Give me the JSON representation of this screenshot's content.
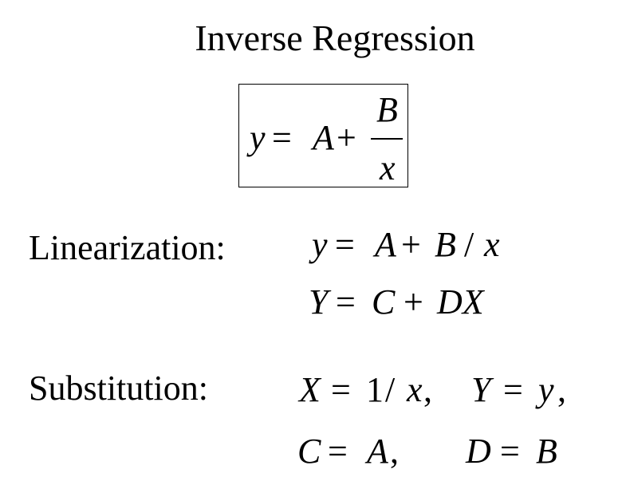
{
  "title": "Inverse Regression",
  "boxed_equation": {
    "lhs": "y",
    "equals": "=",
    "a": "A",
    "plus": "+",
    "numerator": "B",
    "denominator": "x"
  },
  "linearization": {
    "label": "Linearization:",
    "eq1": {
      "y": "y",
      "eq": "=",
      "a": "A",
      "plus": "+",
      "b": "B",
      "slash": "/",
      "x": "x"
    },
    "eq2": {
      "Y": "Y",
      "eq": "=",
      "C": "C",
      "plus": "+",
      "DX": "DX"
    }
  },
  "substitution": {
    "label": "Substitution:",
    "line1": {
      "X": "X",
      "eq1": "=",
      "one": "1",
      "slash": "/",
      "x": "x",
      "comma1": ",",
      "Y": "Y",
      "eq2": "=",
      "y": "y",
      "comma2": ","
    },
    "line2": {
      "C": "C",
      "eq1": "=",
      "A": "A",
      "comma": ",",
      "D": "D",
      "eq2": "=",
      "B": "B"
    }
  }
}
